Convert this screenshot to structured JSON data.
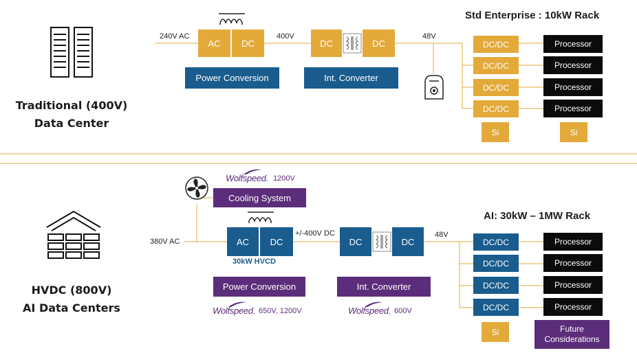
{
  "colors": {
    "amber": "#e3aa3a",
    "blue": "#1a5c8d",
    "purple": "#5c2d7a",
    "black": "#0b0b0b",
    "divider": "#e3aa3a"
  },
  "top": {
    "section_title_line1": "Traditional (400V)",
    "section_title_line2": "Data Center",
    "input_label": "240V AC",
    "ac_label": "AC",
    "dc_label": "DC",
    "mid_voltage": "400V",
    "power_conversion": "Power Conversion",
    "int_converter": "Int. Converter",
    "out_voltage": "48V",
    "rack_title": "Std Enterprise : 10kW Rack",
    "dcdc_labels": [
      "DC/DC",
      "DC/DC",
      "DC/DC",
      "DC/DC"
    ],
    "processor_labels": [
      "Processor",
      "Processor",
      "Processor",
      "Processor"
    ],
    "si_left": "Si",
    "si_right": "Si"
  },
  "bottom": {
    "section_title_line1": "HVDC (800V)",
    "section_title_line2": "AI Data Centers",
    "input_label": "380V AC",
    "brand": "Wolfspeed.",
    "cooling_spec": "1200V",
    "cooling_system": "Cooling System",
    "ac_label": "AC",
    "dc_label": "DC",
    "hvcd_label": "30kW HVCD",
    "mid_voltage": "+/-400V DC",
    "out_voltage": "48V",
    "power_conversion": "Power Conversion",
    "int_converter": "Int. Converter",
    "pc_spec": "650V, 1200V",
    "ic_spec": "600V",
    "rack_title": "AI: 30kW – 1MW Rack",
    "dcdc_labels": [
      "DC/DC",
      "DC/DC",
      "DC/DC",
      "DC/DC"
    ],
    "processor_labels": [
      "Processor",
      "Processor",
      "Processor",
      "Processor"
    ],
    "si_left": "Si",
    "future_line1": "Future",
    "future_line2": "Considerations"
  },
  "icons": [
    "server-rack-icon",
    "datacenter-building-icon",
    "transformer-coil-icon",
    "transformer-icon",
    "fan-icon",
    "ups-device-icon",
    "wolfspeed-logo-icon"
  ]
}
